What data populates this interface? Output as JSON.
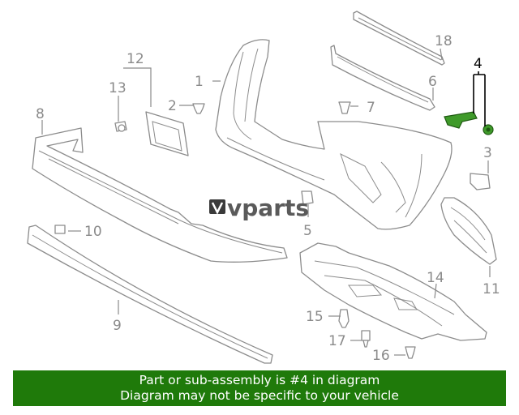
{
  "diagram": {
    "watermark": "vparts",
    "callouts": {
      "c1": "1",
      "c2": "2",
      "c3": "3",
      "c4": "4",
      "c5": "5",
      "c6": "6",
      "c7": "7",
      "c8": "8",
      "c9": "9",
      "c10": "10",
      "c11": "11",
      "c12": "12",
      "c13": "13",
      "c14": "14",
      "c15": "15",
      "c16": "16",
      "c17": "17",
      "c18": "18"
    },
    "highlighted_part": "4",
    "colors": {
      "highlight_part": "#3f9a2a",
      "footer_bg": "#1f7a0a",
      "line": "#8c8c8c"
    }
  },
  "footer": {
    "line1": "Part or sub-assembly is #4 in diagram",
    "line2": "Diagram may not be specific to your vehicle"
  }
}
